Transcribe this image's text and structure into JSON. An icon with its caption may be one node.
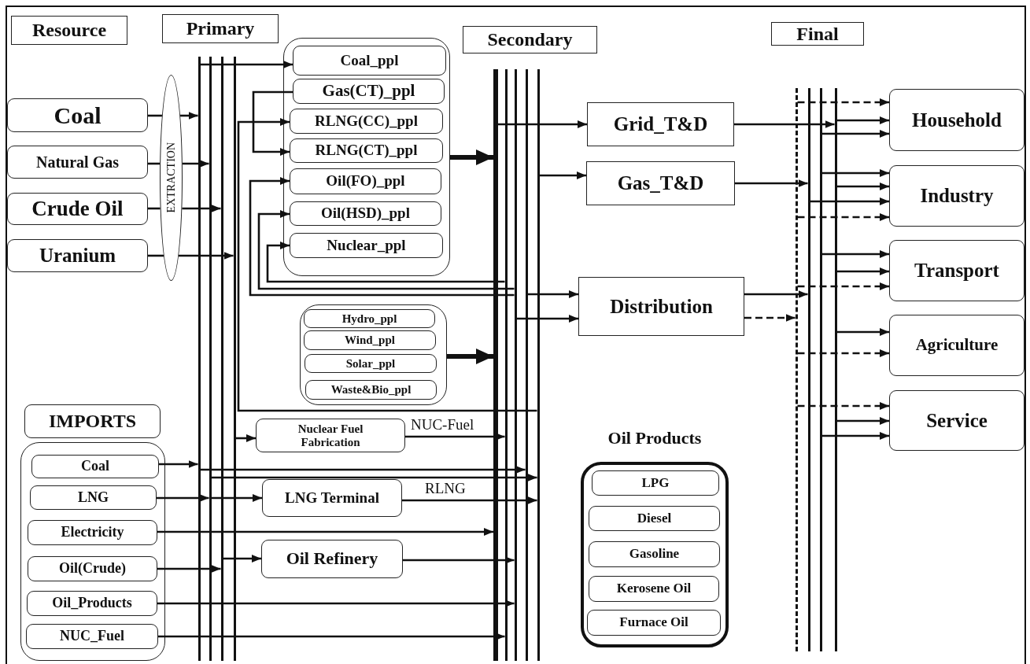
{
  "diagram": {
    "nodes": [
      {
        "text": [
          "Resource"
        ]
      },
      {
        "text": [
          "Primary"
        ]
      },
      {
        "text": [
          "Secondary"
        ]
      },
      {
        "text": [
          "Final"
        ]
      },
      {
        "text": [
          "Coal"
        ]
      },
      {
        "text": [
          "Natural Gas"
        ]
      },
      {
        "text": [
          "Crude Oil"
        ]
      },
      {
        "text": [
          "Uranium"
        ]
      },
      {
        "text": [
          "EXTRACTION"
        ]
      },
      {
        "text": [],
        "shape": "bar"
      },
      {
        "text": [],
        "shape": "bar"
      },
      {
        "text": [],
        "shape": "bar"
      },
      {
        "text": [],
        "shape": "bar"
      },
      {
        "text": [],
        "shape": "box"
      },
      {
        "text": [
          "Coal_ppl"
        ],
        "in": 13
      },
      {
        "text": [
          "Gas(CT)_ppl"
        ],
        "in": 13
      },
      {
        "text": [
          "RLNG(CC)_ppl"
        ],
        "in": 13
      },
      {
        "text": [
          "RLNG(CT)_ppl"
        ],
        "in": 13
      },
      {
        "text": [
          "Oil(FO)_ppl"
        ],
        "in": 13
      },
      {
        "text": [
          "Oil(HSD)_ppl"
        ],
        "in": 13
      },
      {
        "text": [
          "Nuclear_ppl"
        ],
        "in": 13
      },
      {
        "text": [],
        "shape": "bar"
      },
      {
        "text": [],
        "shape": "bar"
      },
      {
        "text": [],
        "shape": "bar"
      },
      {
        "text": [],
        "shape": "bar"
      },
      {
        "text": [],
        "shape": "bar"
      },
      {
        "text": [
          "Grid_T&D"
        ]
      },
      {
        "text": [
          "Gas_T&D"
        ]
      },
      {
        "text": [
          "Distribution"
        ]
      },
      {
        "text": [],
        "shape": "bar"
      },
      {
        "text": [],
        "shape": "bar"
      },
      {
        "text": [],
        "shape": "bar"
      },
      {
        "text": [],
        "shape": "bar"
      },
      {
        "text": [
          "Household"
        ]
      },
      {
        "text": [
          "Industry"
        ]
      },
      {
        "text": [
          "Transport"
        ]
      },
      {
        "text": [
          "Agriculture"
        ]
      },
      {
        "text": [
          "Service"
        ]
      },
      {
        "text": [],
        "shape": "box"
      },
      {
        "text": [
          "Hydro_ppl"
        ],
        "in": 38
      },
      {
        "text": [
          "Wind_ppl"
        ],
        "in": 38
      },
      {
        "text": [
          "Solar_ppl"
        ],
        "in": 38
      },
      {
        "text": [
          "Waste&Bio_ppl"
        ],
        "in": 38
      },
      {
        "text": [
          "IMPORTS"
        ]
      },
      {
        "text": [],
        "shape": "box"
      },
      {
        "text": [
          "Coal"
        ],
        "in": 44
      },
      {
        "text": [
          "LNG"
        ],
        "in": 44
      },
      {
        "text": [
          "Electricity"
        ],
        "in": 44
      },
      {
        "text": [
          "Oil(Crude)"
        ],
        "in": 44
      },
      {
        "text": [
          "Oil_Products"
        ],
        "in": 44
      },
      {
        "text": [
          "NUC_Fuel"
        ],
        "in": 44
      },
      {
        "text": [
          "Nuclear Fuel Fabrication"
        ]
      },
      {
        "text": [
          "LNG Terminal"
        ]
      },
      {
        "text": [
          "Oil Refinery"
        ]
      },
      {
        "text": [
          "Oil Products"
        ]
      },
      {
        "text": [
          "LPG"
        ],
        "in": 54
      },
      {
        "text": [
          "Diesel"
        ],
        "in": 54
      },
      {
        "text": [
          "Gasoline"
        ],
        "in": 54
      },
      {
        "text": [
          "Kerosene Oil"
        ],
        "in": 54
      },
      {
        "text": [
          "Furnace Oil"
        ],
        "in": 54
      }
    ],
    "edges": [
      {
        "from": 4,
        "to": 8,
        "arrow": "none"
      },
      {
        "from": 5,
        "to": 8,
        "arrow": "none"
      },
      {
        "from": 6,
        "to": 8,
        "arrow": "none"
      },
      {
        "from": 7,
        "to": 8,
        "arrow": "none"
      },
      {
        "from": 8,
        "to": 9,
        "arrow": "to"
      },
      {
        "from": 8,
        "to": 10,
        "arrow": "to"
      },
      {
        "from": 8,
        "to": 11,
        "arrow": "to"
      },
      {
        "from": 8,
        "to": 12,
        "arrow": "to"
      },
      {
        "from": 9,
        "to": 14,
        "arrow": "to"
      },
      {
        "from": 15,
        "to": 17,
        "arrow": "to"
      },
      {
        "from": 25,
        "to": 16,
        "arrow": "to"
      },
      {
        "from": 23,
        "to": 18,
        "arrow": "to"
      },
      {
        "from": 23,
        "to": 19,
        "arrow": "to"
      },
      {
        "from": 22,
        "to": 20,
        "arrow": "to"
      },
      {
        "from": 13,
        "to": 21,
        "arrow": "to",
        "style": "thick"
      },
      {
        "from": 38,
        "to": 21,
        "arrow": "to",
        "style": "thick"
      },
      {
        "from": 21,
        "to": 26,
        "arrow": "to"
      },
      {
        "from": 25,
        "to": 27,
        "arrow": "to"
      },
      {
        "from": 24,
        "to": 28,
        "arrow": "to"
      },
      {
        "from": 23,
        "to": 28,
        "arrow": "to"
      },
      {
        "from": 26,
        "to": 32,
        "arrow": "to"
      },
      {
        "from": 27,
        "to": 30,
        "arrow": "to"
      },
      {
        "from": 28,
        "to": 30,
        "arrow": "to"
      },
      {
        "from": 28,
        "to": 29,
        "arrow": "to",
        "style": "dashed"
      },
      {
        "from": 29,
        "to": 33,
        "arrow": "to",
        "style": "dashed"
      },
      {
        "from": 32,
        "to": 33,
        "arrow": "to"
      },
      {
        "from": 31,
        "to": 33,
        "arrow": "to"
      },
      {
        "from": 31,
        "to": 34,
        "arrow": "to"
      },
      {
        "from": 32,
        "to": 34,
        "arrow": "to"
      },
      {
        "from": 30,
        "to": 34,
        "arrow": "to"
      },
      {
        "from": 29,
        "to": 34,
        "arrow": "to",
        "style": "dashed"
      },
      {
        "from": 31,
        "to": 35,
        "arrow": "to"
      },
      {
        "from": 32,
        "to": 35,
        "arrow": "to"
      },
      {
        "from": 29,
        "to": 35,
        "arrow": "to",
        "style": "dashed"
      },
      {
        "from": 32,
        "to": 36,
        "arrow": "to"
      },
      {
        "from": 29,
        "to": 36,
        "arrow": "to",
        "style": "dashed"
      },
      {
        "from": 29,
        "to": 37,
        "arrow": "to",
        "style": "dashed"
      },
      {
        "from": 32,
        "to": 37,
        "arrow": "to"
      },
      {
        "from": 31,
        "to": 37,
        "arrow": "to"
      },
      {
        "from": 12,
        "to": 51,
        "arrow": "to"
      },
      {
        "from": 51,
        "to": 22,
        "arrow": "to",
        "label": "NUC-Fuel"
      },
      {
        "from": 45,
        "to": 9,
        "arrow": "to"
      },
      {
        "from": 9,
        "to": 24,
        "arrow": "to"
      },
      {
        "from": 10,
        "to": 25,
        "arrow": "to"
      },
      {
        "from": 46,
        "to": 10,
        "arrow": "to"
      },
      {
        "from": 10,
        "to": 52,
        "arrow": "to"
      },
      {
        "from": 52,
        "to": 25,
        "arrow": "to",
        "label": "RLNG"
      },
      {
        "from": 47,
        "to": 21,
        "arrow": "to"
      },
      {
        "from": 48,
        "to": 11,
        "arrow": "to"
      },
      {
        "from": 11,
        "to": 53,
        "arrow": "to"
      },
      {
        "from": 53,
        "to": 23,
        "arrow": "to"
      },
      {
        "from": 49,
        "to": 23,
        "arrow": "to"
      },
      {
        "from": 50,
        "to": 22,
        "arrow": "to"
      }
    ]
  }
}
